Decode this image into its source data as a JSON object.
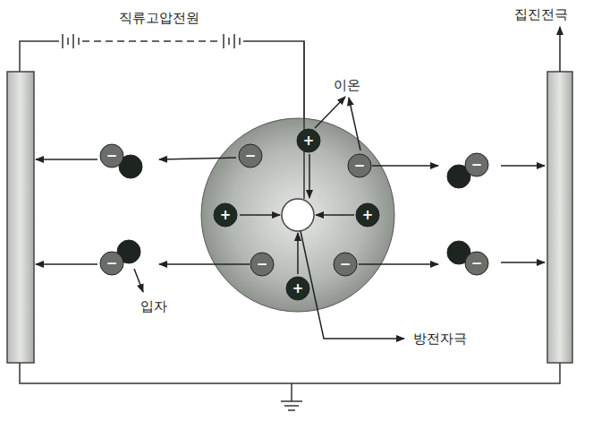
{
  "diagram": {
    "labels": [
      "직류고압전원",
      "집진전극",
      "이온",
      "+",
      "−",
      "−",
      "+",
      "+",
      "−",
      "−",
      "+",
      "−",
      "−",
      "−",
      "−",
      "입자",
      "방전자극"
    ]
  }
}
